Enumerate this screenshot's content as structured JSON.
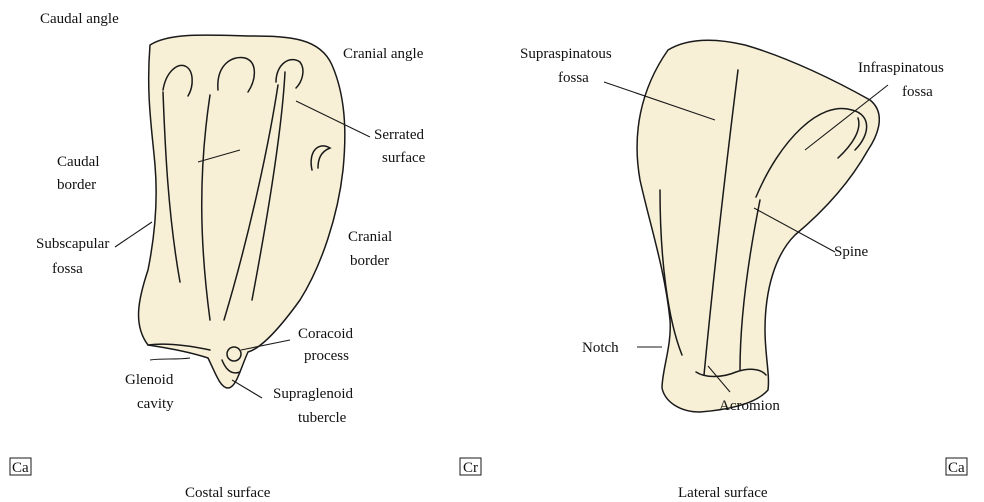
{
  "costal": {
    "caudal_angle": "Caudal angle",
    "cranial_angle": "Cranial angle",
    "serrated_surface": [
      "Serrated",
      "surface"
    ],
    "caudal_border": [
      "Caudal",
      "border"
    ],
    "subscapular_fossa": [
      "Subscapular",
      "fossa"
    ],
    "cranial_border": [
      "Cranial",
      "border"
    ],
    "coracoid_process": [
      "Coracoid",
      "process"
    ],
    "glenoid_cavity": [
      "Glenoid",
      "cavity"
    ],
    "supraglenoid_tubercle": [
      "Supraglenoid",
      "tubercle"
    ],
    "caption": "Costal surface"
  },
  "lateral": {
    "supraspinatous_fossa": [
      "Supraspinatous",
      "fossa"
    ],
    "infraspinatous_fossa": [
      "Infraspinatous",
      "fossa"
    ],
    "spine": "Spine",
    "notch": "Notch",
    "acromion": "Acromion",
    "caption": "Lateral surface"
  },
  "orientation": {
    "left_box": "Ca",
    "middle_box": "Cr",
    "right_box": "Ca"
  },
  "colors": {
    "bone_fill": "#f7f0d6",
    "outline": "#1a1a1a"
  }
}
